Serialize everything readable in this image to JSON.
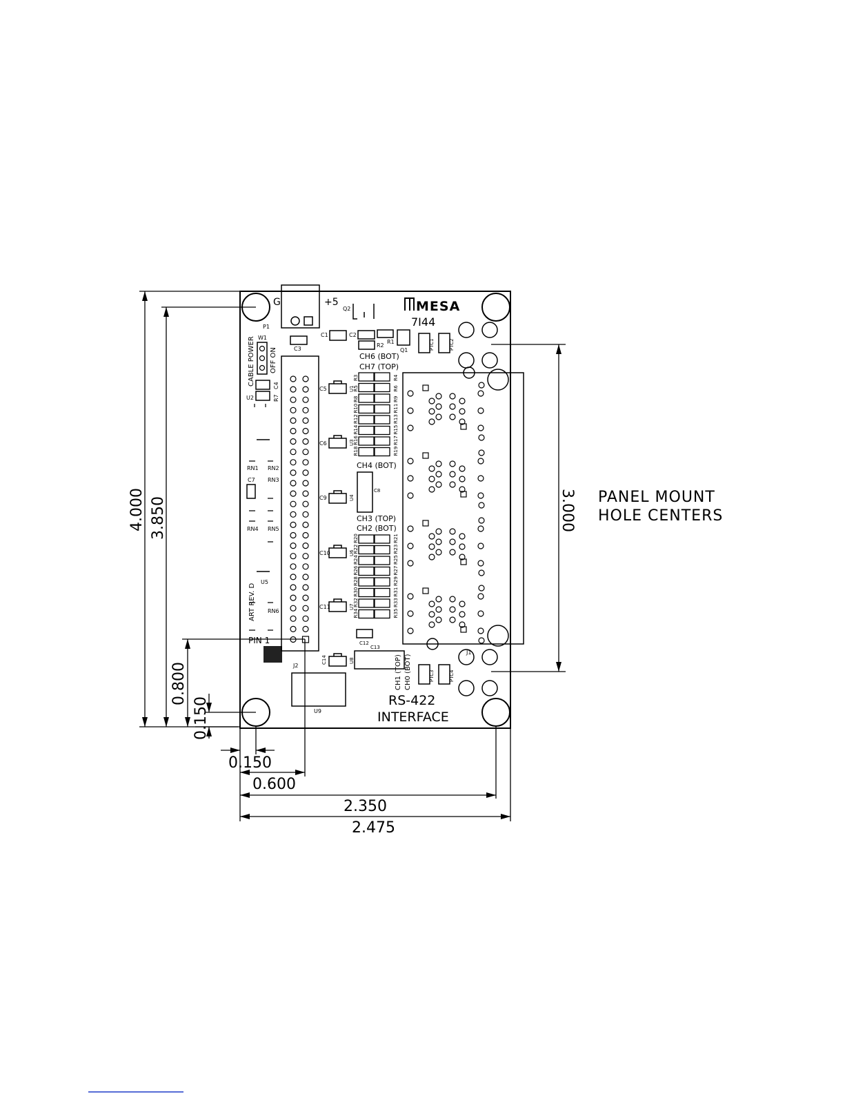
{
  "brand": {
    "logo_text": "MESA",
    "model": "7I44"
  },
  "board": {
    "connector_labels": {
      "ground": "G",
      "power": "+5",
      "power_connector": "P1",
      "jumper": "W1",
      "jumper_positions": "OFF ON",
      "cable_power": "CABLE POWER",
      "header": "J2",
      "pin1": "PIN 1",
      "rj45": "J1"
    },
    "art_rev": "ART REV. D",
    "interface_title_line1": "RS-422",
    "interface_title_line2": "INTERFACE",
    "channel_labels": {
      "ch6": "CH6 (BOT)",
      "ch7": "CH7 (TOP)",
      "ch4": "CH4 (BOT)",
      "ch3": "CH3 (TOP)",
      "ch2": "CH2 (BOT)",
      "ch1": "CH1 (TOP)",
      "ch0": "CH0 (BOT)"
    },
    "components": {
      "q2": "Q2",
      "q1": "Q1",
      "c1": "C1",
      "c2": "C2",
      "c3": "C3",
      "c4": "C4",
      "r1": "R1",
      "r2": "R2",
      "r7": "R7",
      "u2": "U2",
      "ptc1": "PTC1",
      "ptc2": "PTC2",
      "ptc3": "PTC3",
      "ptc4": "PTC4",
      "c5": "C5",
      "c6": "C6",
      "c7": "C7",
      "c8": "C8",
      "c9": "C9",
      "c10": "C10",
      "c11": "C11",
      "c12": "C12",
      "c13": "C13",
      "c14": "C14",
      "u1": "U1",
      "u3": "U3",
      "u4": "U4",
      "u5": "U5",
      "u6": "U6",
      "u7": "U7",
      "u8": "U8",
      "u9": "U9",
      "rn1": "RN1",
      "rn2": "RN2",
      "rn3": "RN3",
      "rn4": "RN4",
      "rn5": "RN5",
      "rn6": "RN6"
    },
    "resistor_labels_left": [
      "R3",
      "R5",
      "R8",
      "R10",
      "R12",
      "R14",
      "R16",
      "R18",
      "R20",
      "R22",
      "R24",
      "R26",
      "R28",
      "R30",
      "R32",
      "R34"
    ],
    "resistor_labels_right": [
      "R4",
      "R6",
      "R9",
      "R11",
      "R13",
      "R15",
      "R17",
      "R19",
      "R21",
      "R23",
      "R25",
      "R27",
      "R29",
      "R31",
      "R33",
      "R35"
    ]
  },
  "dimensions": {
    "height_overall": "4.000",
    "height_holes": "3.850",
    "pin1_y": "0.800",
    "hole_y": "0.150",
    "hole_x": "0.150",
    "pin1_x": "0.600",
    "width_holes": "2.350",
    "width_overall": "2.475",
    "panel_mount": "3.000"
  },
  "notes": {
    "panel_mount_line1": "PANEL MOUNT",
    "panel_mount_line2": "HOLE CENTERS"
  }
}
